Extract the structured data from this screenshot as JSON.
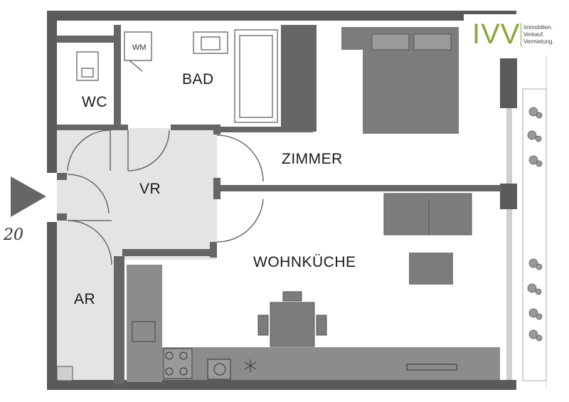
{
  "rooms": {
    "bad": "BAD",
    "wc": "WC",
    "vr": "VR",
    "zimmer": "ZIMMER",
    "wohnkueche": "WOHNKÜCHE",
    "ar": "AR"
  },
  "fixtures": {
    "washing_machine": "WM"
  },
  "entrance": {
    "unit_number": "20"
  },
  "logo": {
    "mark": "IVV",
    "tagline_1": "Immobilien.",
    "tagline_2": "Verkauf.",
    "tagline_3": "Vermietung."
  },
  "colors": {
    "wall": "#555555",
    "hall_fill": "#e2e2e2",
    "furniture": "#7a7a7a",
    "logo_green": "#8aa63a"
  }
}
